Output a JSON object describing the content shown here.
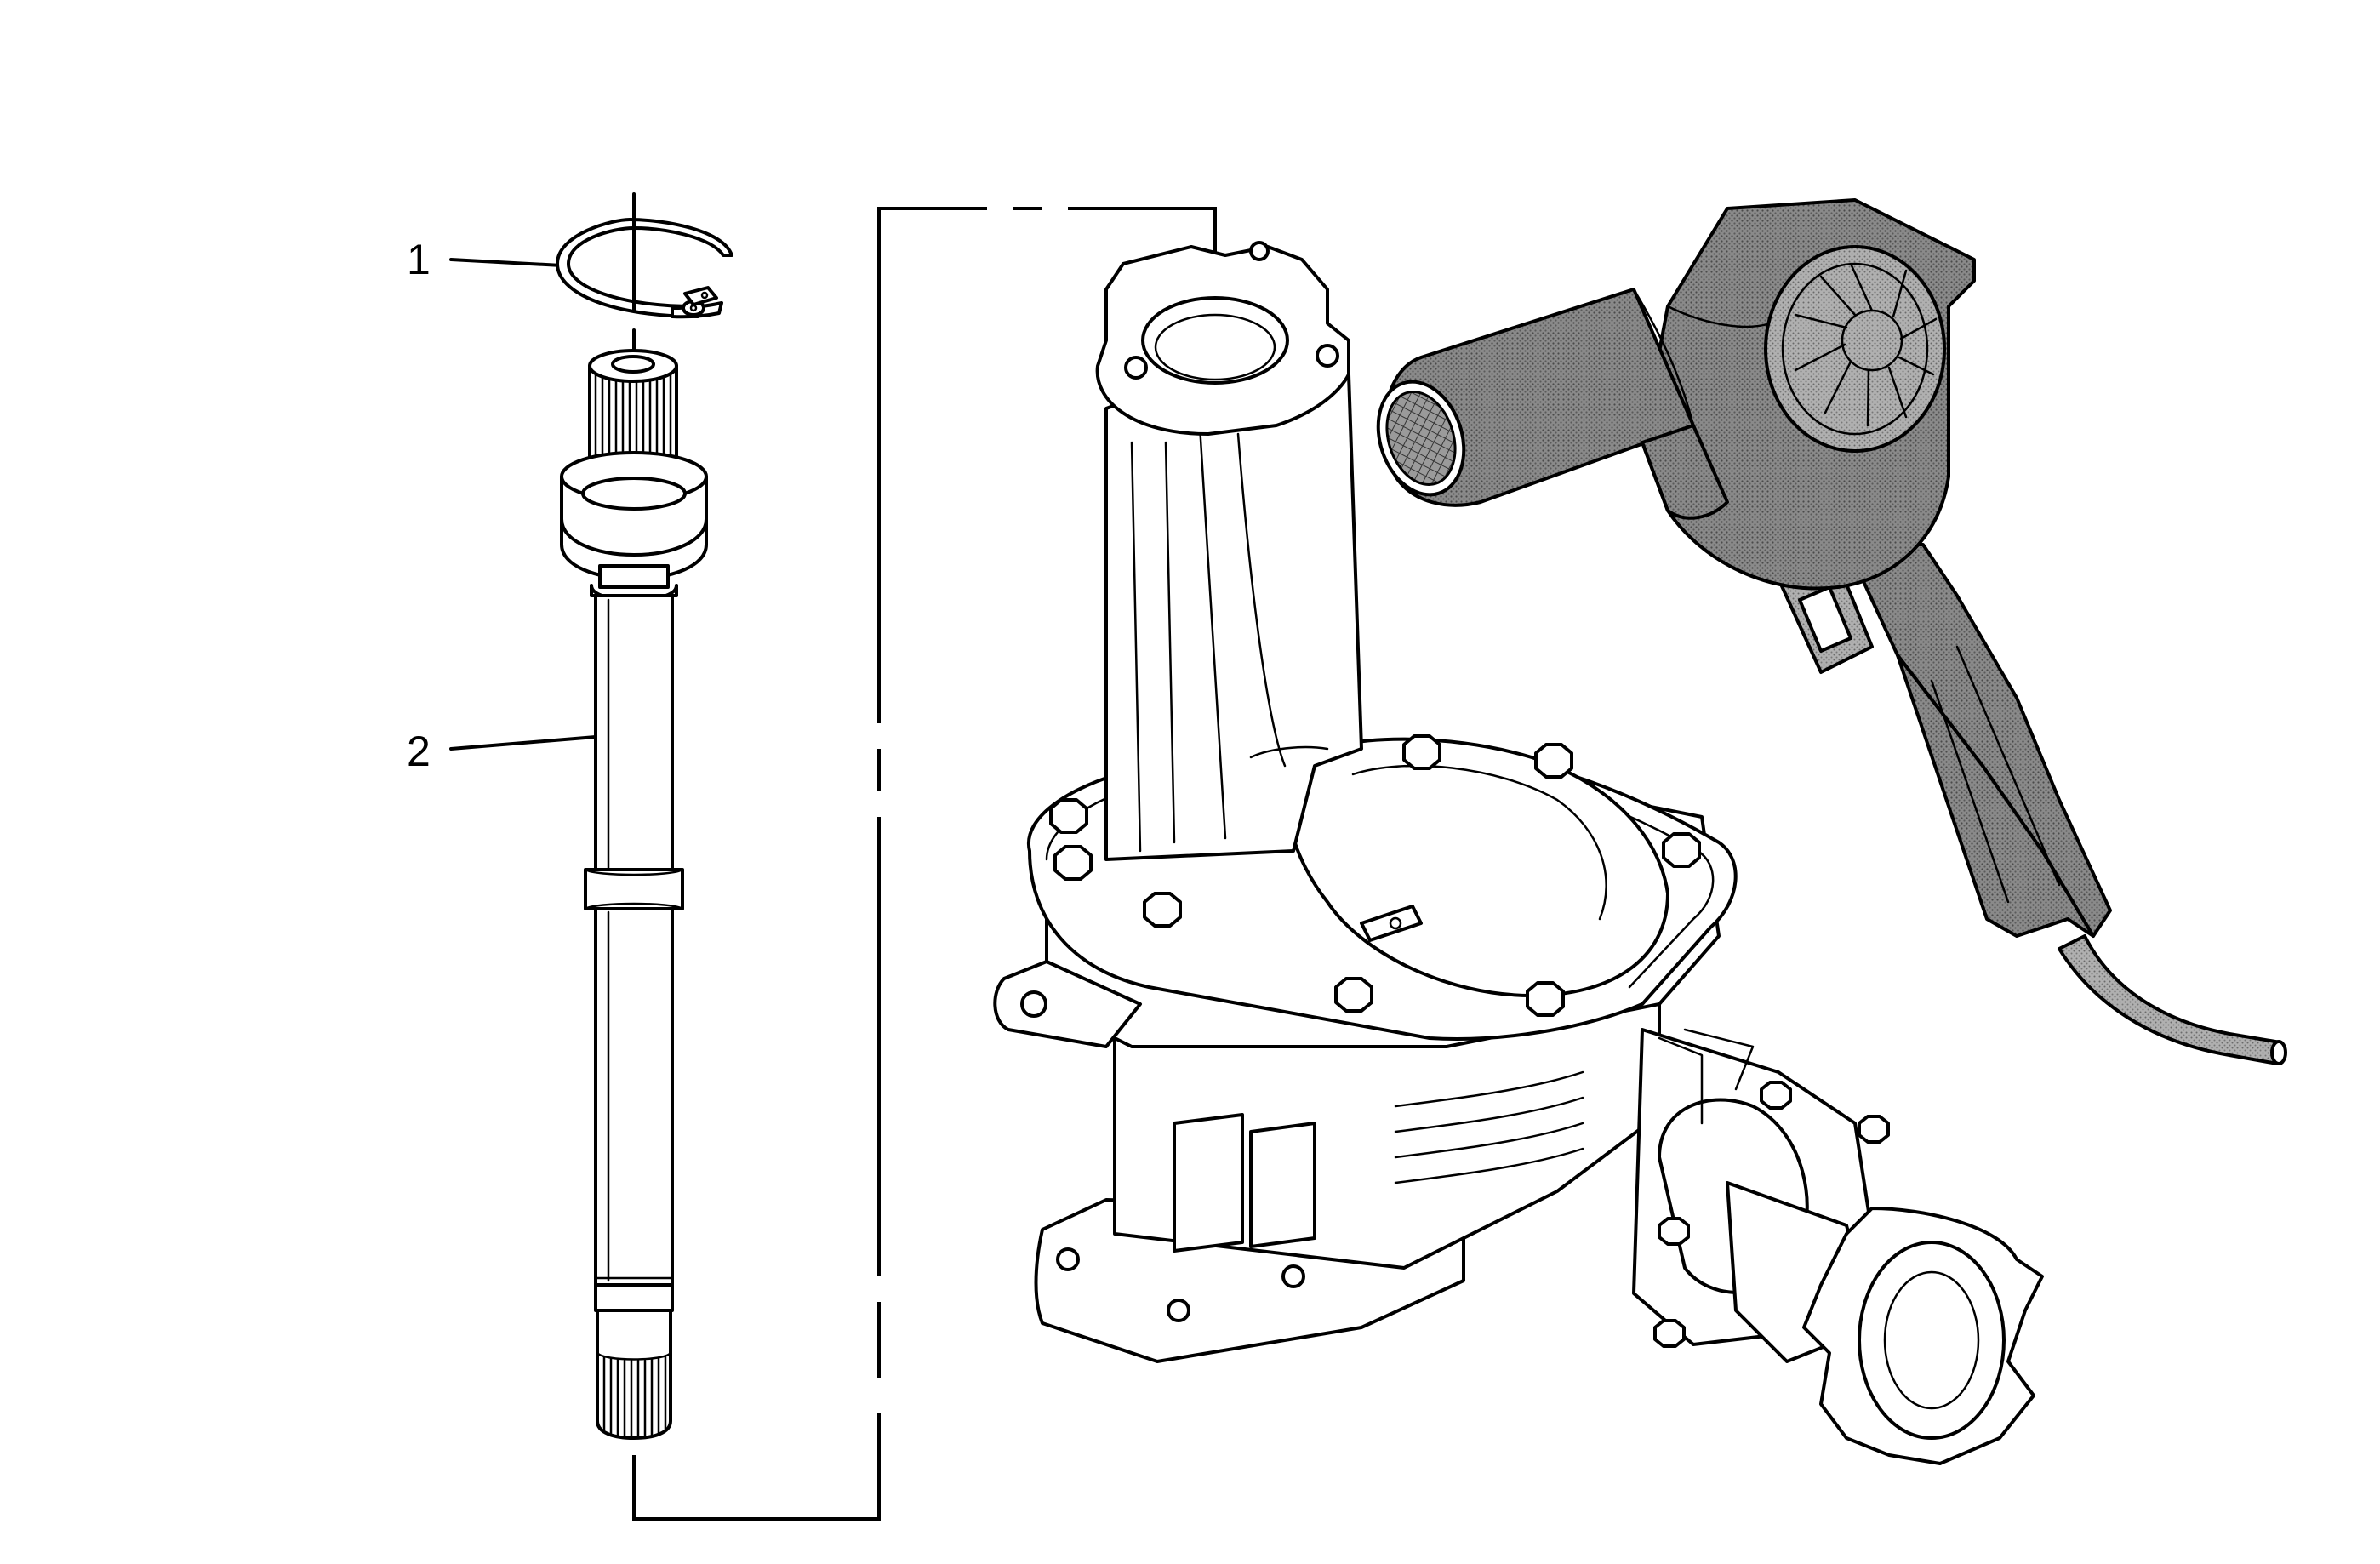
{
  "callouts": [
    {
      "number": "1",
      "part": "snap-ring"
    },
    {
      "number": "2",
      "part": "front-axle-inner-shaft"
    }
  ],
  "icons": [
    "snap-ring-icon",
    "shaft-icon",
    "axle-housing-icon",
    "heat-gun-icon"
  ],
  "colors": {
    "line": "#000000",
    "background": "#ffffff",
    "tool_shade": "#7a7a7a"
  }
}
